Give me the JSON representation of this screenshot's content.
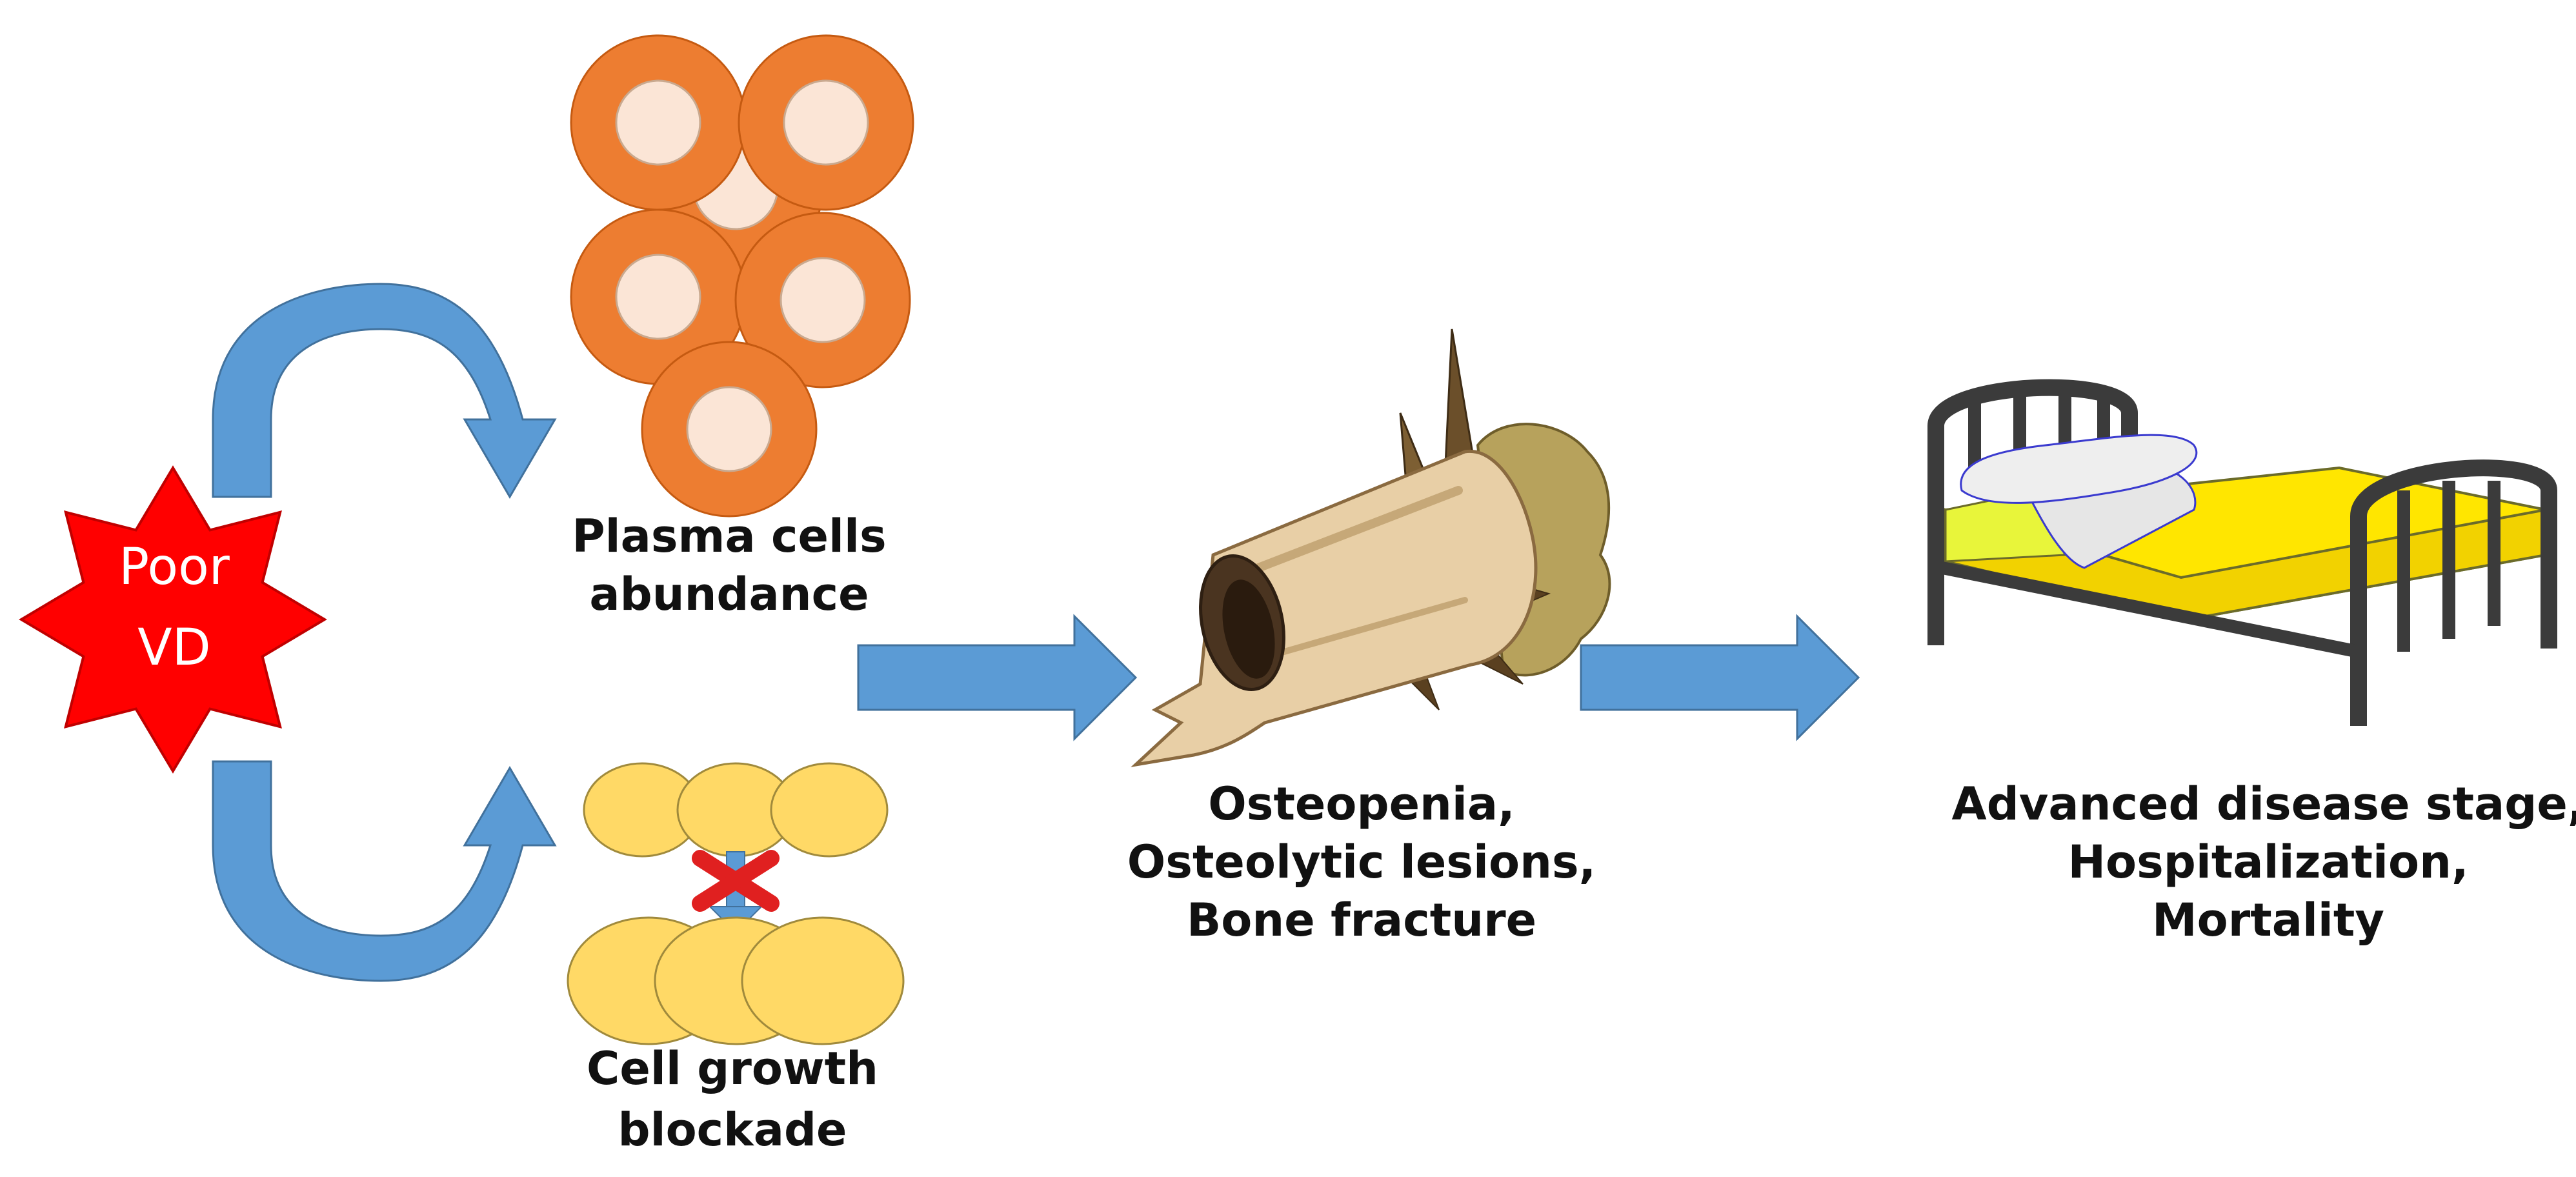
{
  "colors": {
    "arrow": "#5b9bd5",
    "arrow_dark": "#41719c",
    "star": "#ff0000",
    "plasma_cell": "#ed7d31",
    "plasma_nucleus": "#fbe5d6",
    "growth_cell": "#ffd966",
    "block_cross": "#e02020",
    "bone": "#e8cfa6",
    "bed_frame": "#3b3b3b",
    "mattress": "#ffe600",
    "pillow": "#e6e6e6",
    "text": "#111111",
    "background": "#ffffff"
  },
  "icons": {
    "trigger": "star-burst-icon",
    "plasma": "plasma-cells-icon",
    "growth": "cell-growth-icon",
    "bone": "broken-bone-icon",
    "bed": "hospital-bed-icon"
  },
  "nodes": {
    "trigger": {
      "lines": [
        "Poor",
        "VD"
      ]
    },
    "plasma": {
      "lines": [
        "Plasma cells",
        "abundance"
      ]
    },
    "growth": {
      "lines": [
        "Cell growth",
        "blockade"
      ]
    },
    "bone": {
      "lines": [
        "Osteopenia,",
        "Osteolytic lesions,",
        "Bone fracture"
      ]
    },
    "outcome": {
      "lines": [
        "Advanced disease stage,",
        "Hospitalization,",
        "Mortality"
      ]
    }
  }
}
